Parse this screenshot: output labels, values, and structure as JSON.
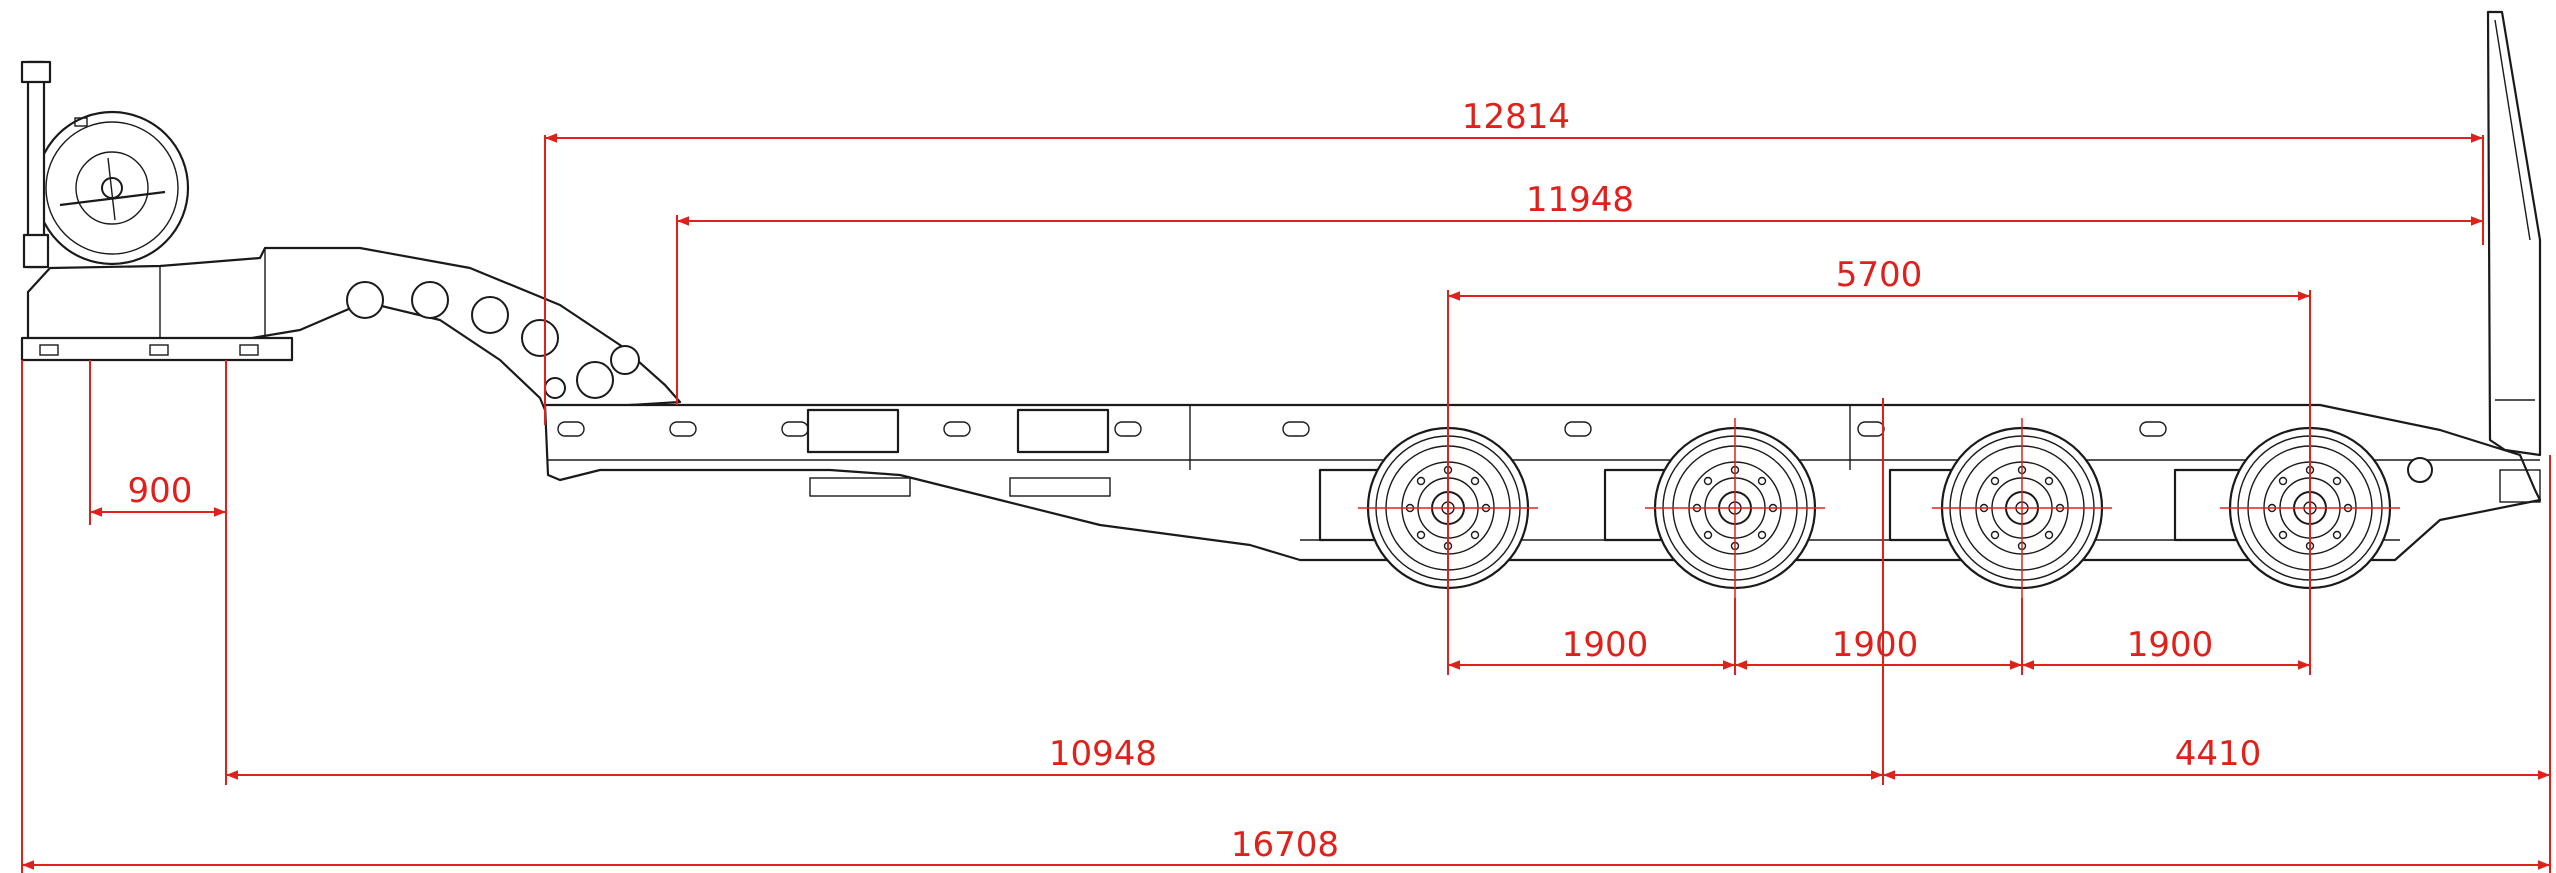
{
  "colors": {
    "dimension": "#e0211b",
    "outline": "#1a1a1a",
    "background": "#ffffff"
  },
  "dimensions": {
    "gooseneck_to_rear": "12814",
    "deck_to_rear": "11948",
    "axle_group_span": "5700",
    "axle_spacing_1": "1900",
    "axle_spacing_2": "1900",
    "axle_spacing_3": "1900",
    "front_overhang": "900",
    "kingpin_to_center": "10948",
    "center_to_rear": "4410",
    "overall_length": "16708"
  }
}
